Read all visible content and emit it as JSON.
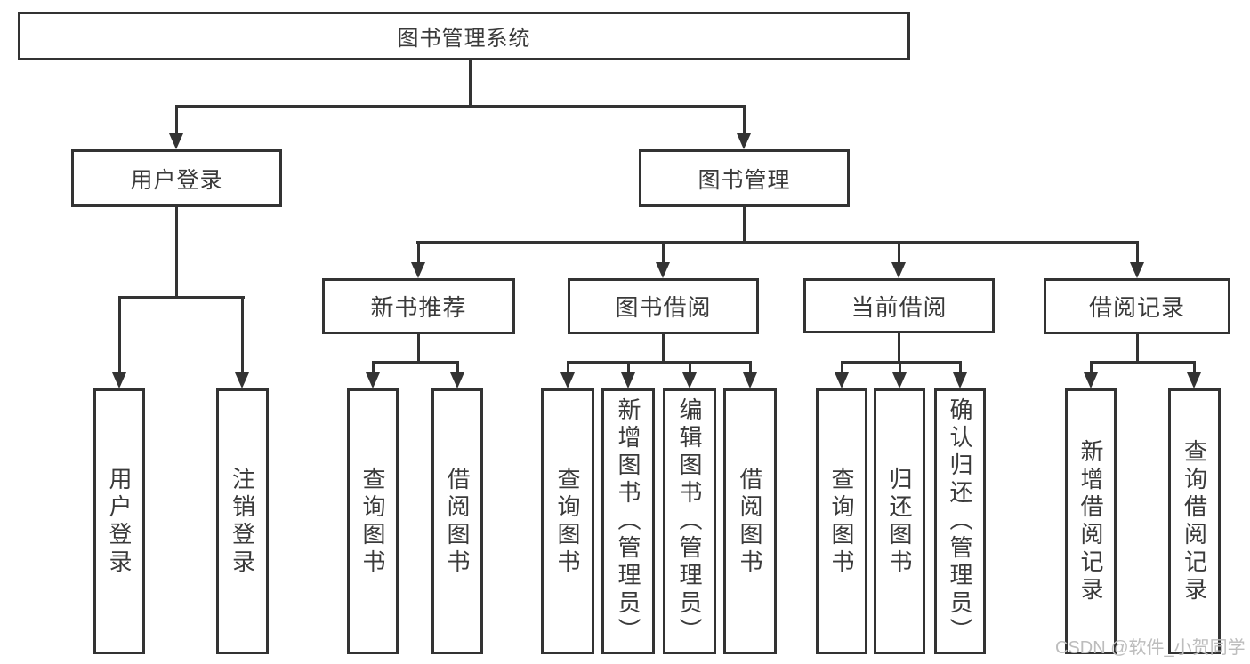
{
  "diagram": {
    "root": {
      "label": "图书管理系统"
    },
    "branches": [
      {
        "label": "用户登录",
        "children": [
          {
            "label": "用户登录"
          },
          {
            "label": "注销登录"
          }
        ]
      },
      {
        "label": "图书管理",
        "groups": [
          {
            "label": "新书推荐",
            "children": [
              {
                "label": "查询图书"
              },
              {
                "label": "借阅图书"
              }
            ]
          },
          {
            "label": "图书借阅",
            "children": [
              {
                "label": "查询图书"
              },
              {
                "label": "新增图书（管理员）"
              },
              {
                "label": "编辑图书（管理员）"
              },
              {
                "label": "借阅图书"
              }
            ]
          },
          {
            "label": "当前借阅",
            "children": [
              {
                "label": "查询图书"
              },
              {
                "label": "归还图书"
              },
              {
                "label": "确认归还（管理员）"
              }
            ]
          },
          {
            "label": "借阅记录",
            "children": [
              {
                "label": "新增借阅记录"
              },
              {
                "label": "查询借阅记录"
              }
            ]
          }
        ]
      }
    ]
  },
  "watermark": {
    "text": "CSDN @软件_小贺同学"
  },
  "colors": {
    "line": "#333333",
    "text": "#3a3a3a",
    "watermark": "#bdbdbd",
    "background": "#ffffff"
  }
}
